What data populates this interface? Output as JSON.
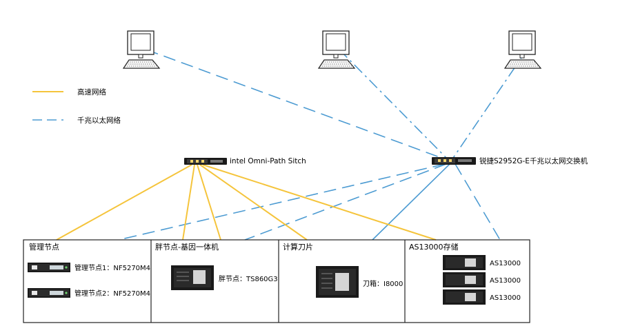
{
  "legend": {
    "high_speed": {
      "label": "高速网络",
      "color": "#F5C43B"
    },
    "gigabit": {
      "label": "千兆以太网络",
      "color": "#4C9BD2"
    }
  },
  "switches": {
    "omnipath": {
      "label": "intel Omni-Path Sitch"
    },
    "gigabit": {
      "label": "锐捷S2952G-E千兆以太网交换机"
    }
  },
  "computers": [
    {
      "name": "computer-left"
    },
    {
      "name": "computer-center"
    },
    {
      "name": "computer-right"
    }
  ],
  "sections": {
    "mgmt": {
      "title": "管理节点",
      "items": [
        "管理节点1：NF5270M4",
        "管理节点2：NF5270M4"
      ]
    },
    "fat": {
      "title": "胖节点-基因一体机",
      "item": "胖节点：TS860G3"
    },
    "blade": {
      "title": "计算刀片",
      "item": "刀箱：I8000"
    },
    "storage": {
      "title": "AS13000存储",
      "items": [
        "AS13000",
        "AS13000",
        "AS13000"
      ]
    }
  }
}
